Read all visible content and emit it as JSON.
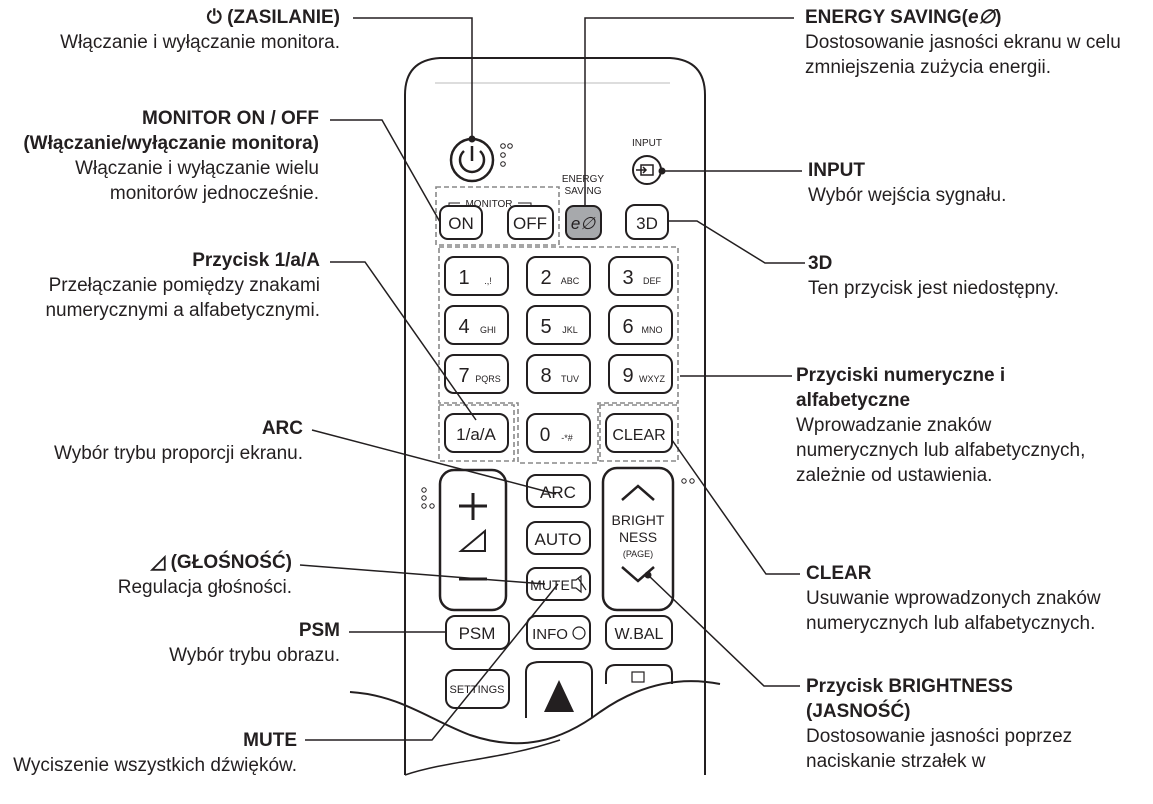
{
  "remote": {
    "buttons": {
      "monitor_group": "MONITOR",
      "on": "ON",
      "off": "OFF",
      "energy_label_1": "ENERGY",
      "energy_label_2": "SAVING",
      "energy_glyph": "e∅",
      "input_label": "INPUT",
      "three_d": "3D",
      "keys": [
        {
          "main": "1",
          "sub": ".,!"
        },
        {
          "main": "2",
          "sub": "ABC"
        },
        {
          "main": "3",
          "sub": "DEF"
        },
        {
          "main": "4",
          "sub": "GHI"
        },
        {
          "main": "5",
          "sub": "JKL"
        },
        {
          "main": "6",
          "sub": "MNO"
        },
        {
          "main": "7",
          "sub": "PQRS"
        },
        {
          "main": "8",
          "sub": "TUV"
        },
        {
          "main": "9",
          "sub": "WXYZ"
        }
      ],
      "mode": "1/a/A",
      "zero": {
        "main": "0",
        "sub": "-*#"
      },
      "clear": "CLEAR",
      "arc": "ARC",
      "auto": "AUTO",
      "mute": "MUTE",
      "brightness_1": "BRIGHT",
      "brightness_2": "NESS",
      "brightness_3": "(PAGE)",
      "psm": "PSM",
      "info": "INFO",
      "wbal": "W.BAL",
      "settings": "SETTINGS"
    }
  },
  "labels": {
    "power": {
      "title": "(ZASILANIE)",
      "desc": "Włączanie i wyłączanie monitora."
    },
    "monitor_onoff": {
      "title": "MONITOR ON / OFF (Włączanie/wyłączanie monitora)",
      "desc": "Włączanie i wyłączanie wielu monitorów jednocześnie."
    },
    "mode": {
      "title": "Przycisk 1/a/A",
      "desc": "Przełączanie pomiędzy znakami numerycznymi a alfabetycznymi."
    },
    "arc": {
      "title": "ARC",
      "desc": "Wybór trybu proporcji ekranu."
    },
    "volume": {
      "title": "(GŁOŚNOŚĆ)",
      "desc": "Regulacja głośności."
    },
    "psm": {
      "title": "PSM",
      "desc": "Wybór trybu obrazu."
    },
    "mute": {
      "title": "MUTE",
      "desc": "Wyciszenie wszystkich dźwięków."
    },
    "energy": {
      "title": "ENERGY SAVING(",
      "desc": "Dostosowanie jasności ekranu w celu zmniejszenia zużycia energii."
    },
    "input": {
      "title": "INPUT",
      "desc": "Wybór wejścia sygnału."
    },
    "three_d": {
      "title": "3D",
      "desc": "Ten przycisk jest niedostępny."
    },
    "numeric": {
      "title": "Przyciski numeryczne i alfabetyczne",
      "desc": "Wprowadzanie znaków numerycznych lub alfabetycznych, zależnie od ustawienia."
    },
    "clear": {
      "title": "CLEAR",
      "desc": "Usuwanie wprowadzonych znaków numerycznych lub alfabetycznych."
    },
    "brightness": {
      "title": "Przycisk BRIGHTNESS (JASNOŚĆ)",
      "desc": "Dostosowanie jasności poprzez naciskanie strzałek w"
    }
  }
}
